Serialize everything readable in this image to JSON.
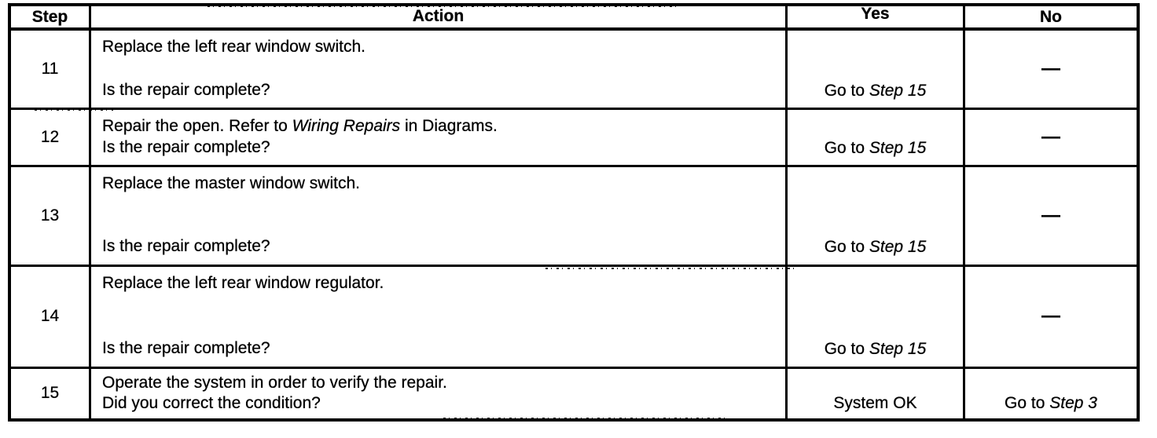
{
  "page": {
    "kind": "scanned diagnostic table",
    "colors": {
      "ink": "#000000",
      "paper": "#ffffff"
    }
  },
  "table": {
    "headers": {
      "step": "Step",
      "action": "Action",
      "yes": "Yes",
      "no": "No"
    },
    "rows": [
      {
        "step": "11",
        "action_pre": "Replace the left rear window switch.",
        "action_italic": "",
        "action_post": "",
        "question": "Is the repair complete?",
        "yes_pre": "Go to ",
        "yes_italic": "Step 15",
        "no_pre": "—",
        "no_italic": ""
      },
      {
        "step": "12",
        "action_pre": "Repair the open. Refer to ",
        "action_italic": "Wiring Repairs",
        "action_post": " in Diagrams.",
        "question": "Is the repair complete?",
        "yes_pre": "Go to ",
        "yes_italic": "Step 15",
        "no_pre": "—",
        "no_italic": ""
      },
      {
        "step": "13",
        "action_pre": "Replace the master window switch.",
        "action_italic": "",
        "action_post": "",
        "question": "Is the repair complete?",
        "yes_pre": "Go to ",
        "yes_italic": "Step 15",
        "no_pre": "—",
        "no_italic": ""
      },
      {
        "step": "14",
        "action_pre": "Replace the left rear window regulator.",
        "action_italic": "",
        "action_post": "",
        "question": "Is the repair complete?",
        "yes_pre": "Go to ",
        "yes_italic": "Step 15",
        "no_pre": "—",
        "no_italic": ""
      },
      {
        "step": "15",
        "action_pre": "Operate the system in order to verify the repair.",
        "action_italic": "",
        "action_post": "",
        "question": "Did you correct the condition?",
        "yes_pre": "System OK",
        "yes_italic": "",
        "no_pre": "Go to ",
        "no_italic": "Step 3"
      }
    ]
  }
}
